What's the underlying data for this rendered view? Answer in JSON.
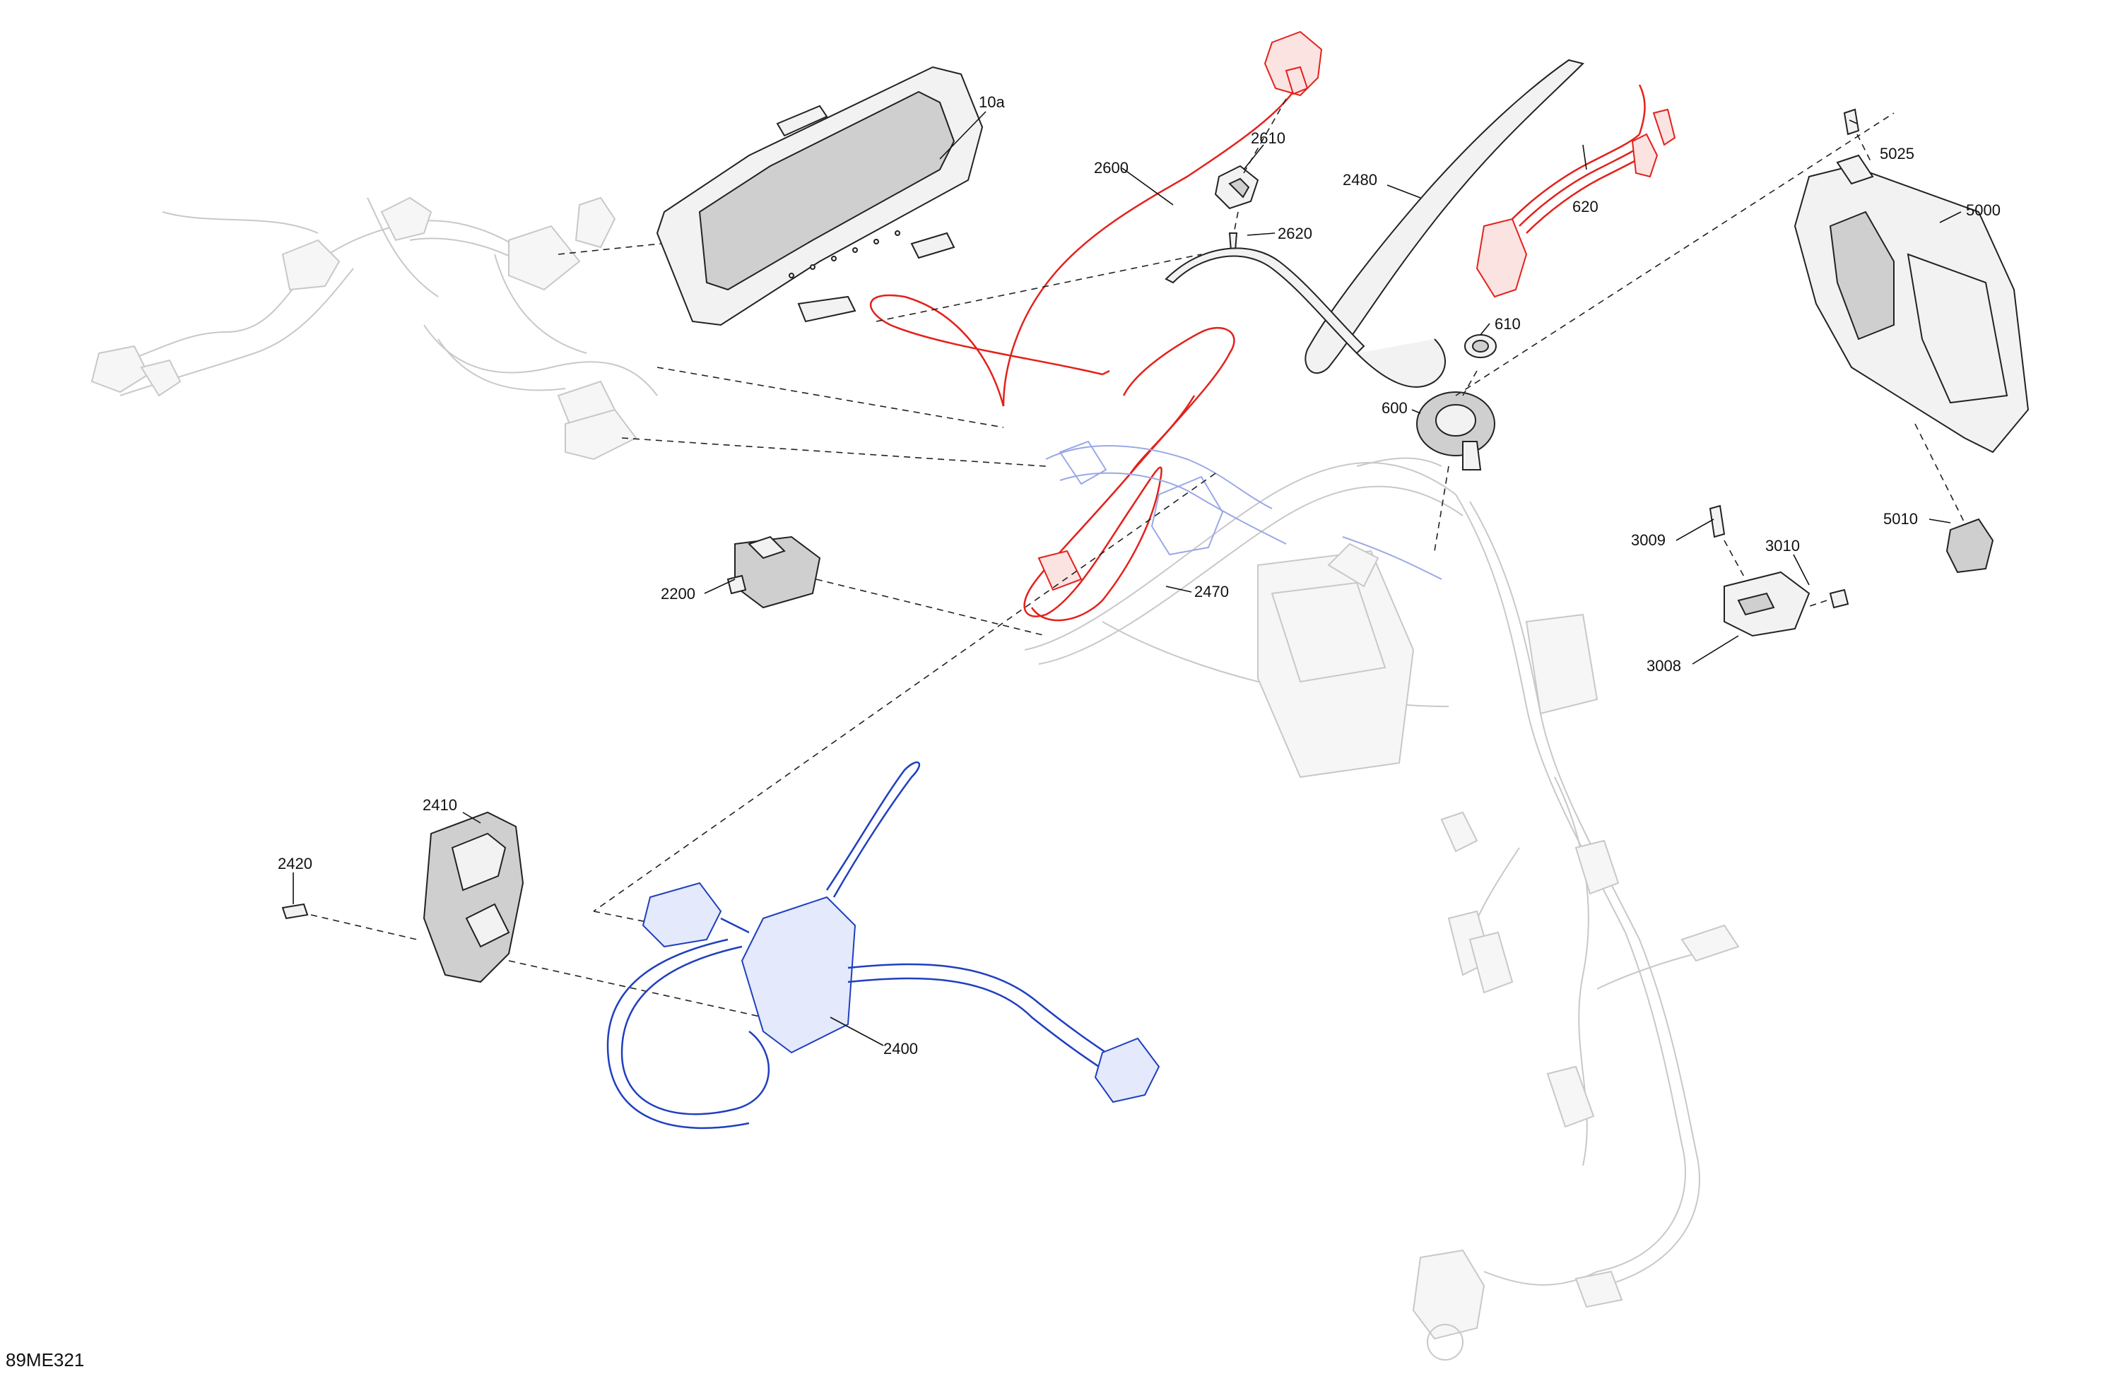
{
  "figure_code": "89ME321",
  "colors": {
    "highlight_red": "#e3211b",
    "highlight_blue": "#1f3fbf",
    "ghost_gray": "#c8c8c8",
    "line_black": "#111111"
  },
  "callouts": {
    "c10a": "10a",
    "c2600": "2600",
    "c2610": "2610",
    "c2620": "2620",
    "c2480": "2480",
    "c620": "620",
    "c610": "610",
    "c600": "600",
    "c5025": "5025",
    "c5000": "5000",
    "c5010": "5010",
    "c3009": "3009",
    "c3010": "3010",
    "c3008": "3008",
    "c2200": "2200",
    "c2470": "2470",
    "c2410": "2410",
    "c2420": "2420",
    "c2400": "2400"
  }
}
